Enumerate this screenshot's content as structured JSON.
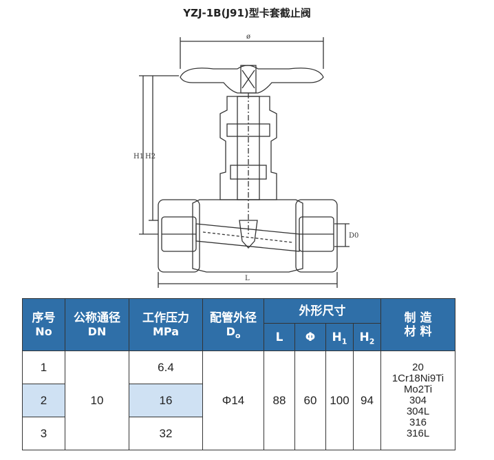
{
  "document": {
    "title": "YZJ-1B(J91)型卡套截止阀"
  },
  "drawing": {
    "dim_phi": "ø",
    "dim_h1": "H1",
    "dim_h2": "H2",
    "dim_d0": "D0",
    "dim_l": "L"
  },
  "table": {
    "headers": {
      "no_cn": "序号",
      "no_en": "No",
      "dn_cn": "公称通径",
      "dn_en": "DN",
      "mpa_cn": "工作压力",
      "mpa_en": "MPa",
      "d0_cn": "配管外径",
      "d0_en_main": "D",
      "d0_en_sub": "o",
      "dims_cn": "外形尺寸",
      "dim_l": "L",
      "dim_phi": "Φ",
      "dim_h1_main": "H",
      "dim_h1_sub": "1",
      "dim_h2_main": "H",
      "dim_h2_sub": "2",
      "mat_cn_1": "制 造",
      "mat_cn_2": "材 料"
    },
    "rows": [
      {
        "no": "1",
        "mpa": "6.4"
      },
      {
        "no": "2",
        "mpa": "16"
      },
      {
        "no": "3",
        "mpa": "32"
      }
    ],
    "shared": {
      "dn": "10",
      "d0": "Φ14",
      "l": "88",
      "phi": "60",
      "h1": "100",
      "h2": "94"
    },
    "materials": [
      "20",
      "1Cr18Ni9Ti",
      "Mo2Ti",
      "304",
      "304L",
      "316",
      "316L"
    ]
  },
  "colors": {
    "header_bg": "#2f6fa8",
    "highlight_bg": "#cfe1f3"
  }
}
